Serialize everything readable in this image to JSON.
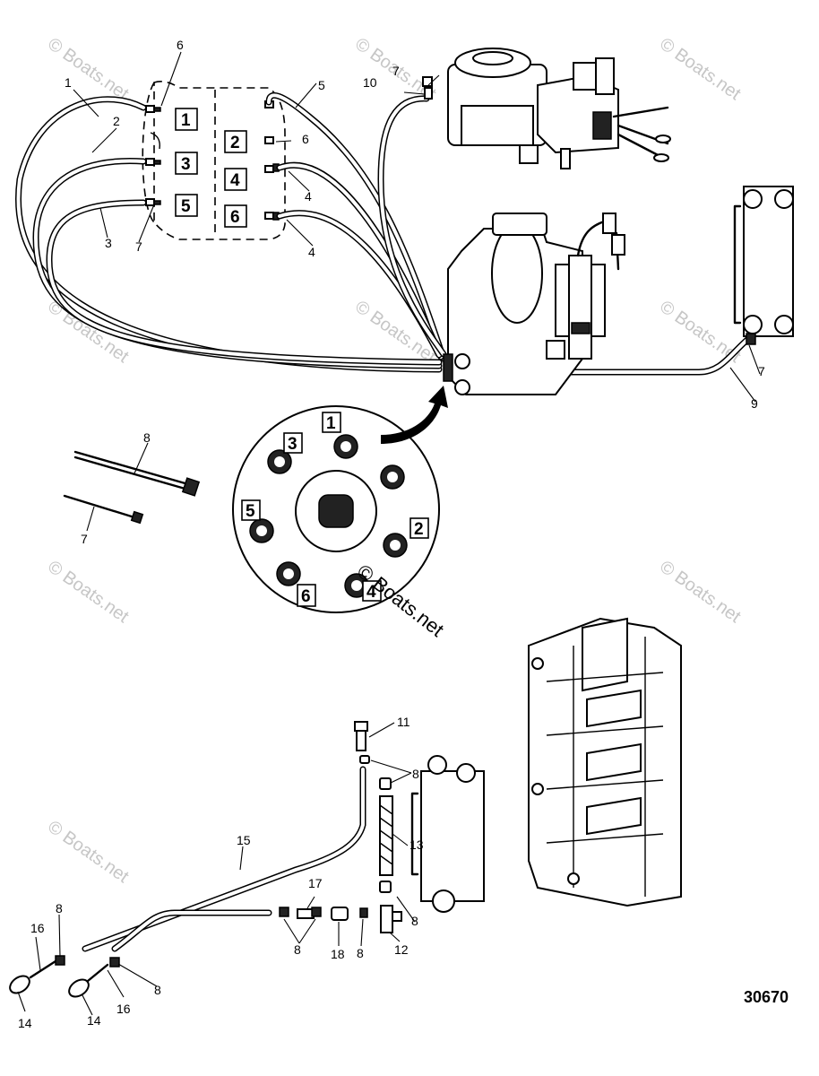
{
  "watermarks": [
    "© Boats.net",
    "© Boats.net",
    "© Boats.net",
    "© Boats.net",
    "© Boats.net",
    "© Boats.net",
    "© Boats.net",
    "© Boats.net",
    "© Boats.net"
  ],
  "center_watermark": "© Boats.net",
  "diagram_number": "30670",
  "cylinder_boxes": [
    "1",
    "2",
    "3",
    "4",
    "5",
    "6"
  ],
  "flywheel_labels": [
    "1",
    "2",
    "3",
    "4",
    "5",
    "6"
  ],
  "callouts": [
    "1",
    "2",
    "3",
    "4",
    "5",
    "6",
    "7",
    "8",
    "9",
    "10",
    "11",
    "12",
    "13",
    "14",
    "15",
    "16",
    "17",
    "18"
  ]
}
